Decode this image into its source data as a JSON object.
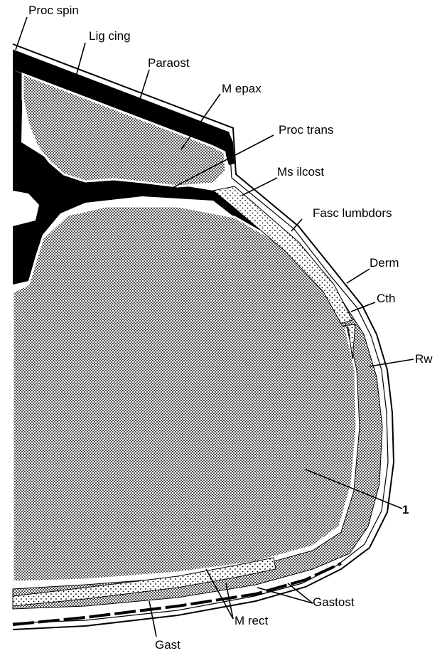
{
  "labels": {
    "proc_spin": "Proc spin",
    "lig_cing": "Lig cing",
    "paraost": "Paraost",
    "m_epax": "M epax",
    "proc_trans": "Proc trans",
    "ms_ilcost": "Ms ilcost",
    "fasc_lumbdors": "Fasc lumbdors",
    "derm": "Derm",
    "cth": "Cth",
    "rw": "Rw",
    "one": "1",
    "gastost": "Gastost",
    "m_rect": "M rect",
    "gast": "Gast"
  },
  "colors": {
    "bone": "#000000",
    "muscle": "#bdbdbd",
    "septum": "#ffffff",
    "ink": "#000000"
  }
}
